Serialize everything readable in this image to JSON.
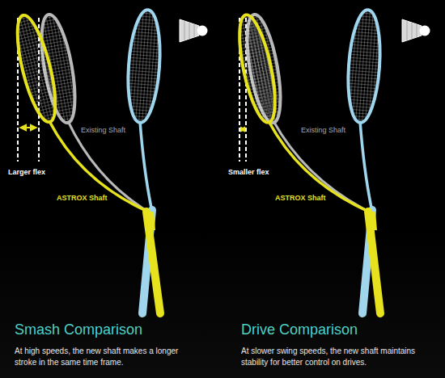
{
  "diagram": {
    "labels": [
      "Existing Shaft",
      "Larger flex",
      "ASTROX Shaft",
      "Smash Comparison",
      "At high speeds, the new shaft makes a longer stroke in the same time frame.",
      "Existing Shaft",
      "Smaller flex",
      "ASTROX Shaft",
      "Drive Comparison",
      "At slower swing speeds, the new shaft maintains stability for better control on drives."
    ]
  }
}
